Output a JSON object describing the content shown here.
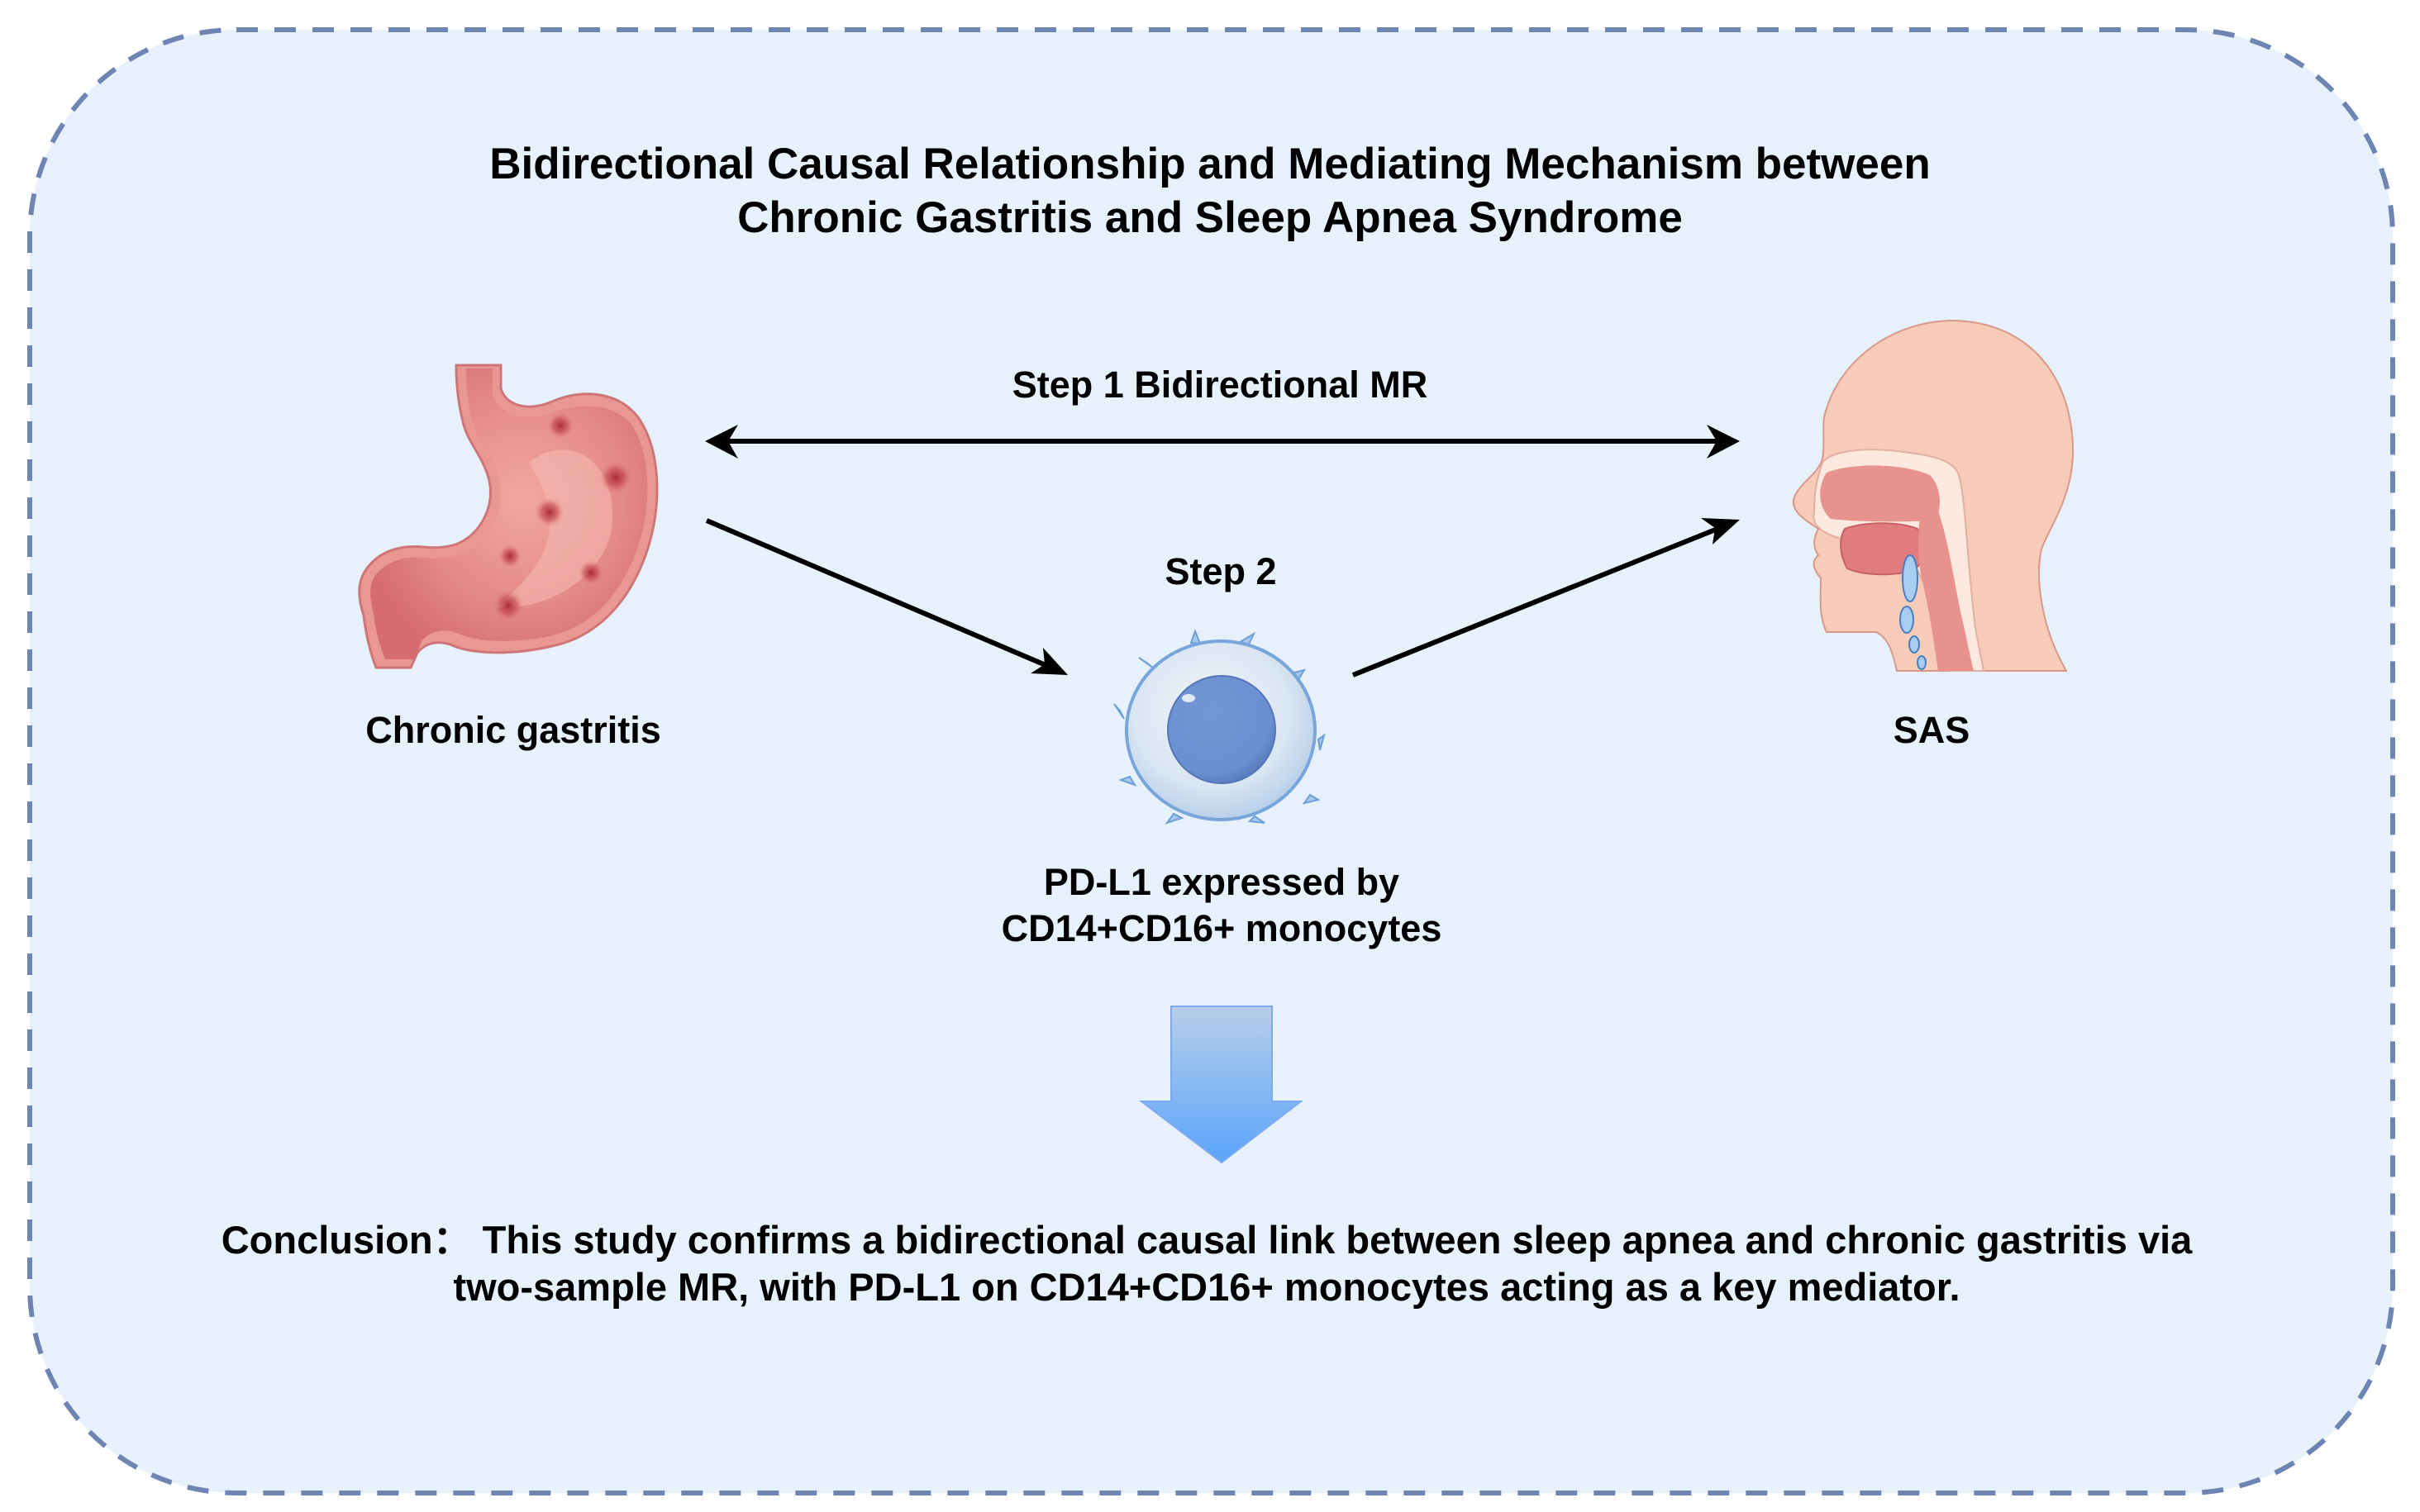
{
  "title": {
    "line1": "Bidirectional Causal Relationship and Mediating Mechanism between",
    "line2": "Chronic Gastritis and Sleep Apnea Syndrome"
  },
  "nodes": {
    "exposure": {
      "label": "Chronic gastritis",
      "icon": "stomach-icon"
    },
    "outcome": {
      "label": "SAS",
      "icon": "head-airway-icon"
    },
    "mediator": {
      "line1": "PD-L1 expressed by",
      "line2": "CD14+CD16+ monocytes",
      "icon": "monocyte-cell-icon"
    }
  },
  "edges": {
    "step1": {
      "label": "Step 1 Bidirectional MR",
      "from": "Chronic gastritis",
      "to": "SAS",
      "direction": "bidirectional"
    },
    "step2": {
      "label": "Step 2",
      "path": [
        "Chronic gastritis",
        "PD-L1 expressed by CD14+CD16+ monocytes",
        "SAS"
      ]
    }
  },
  "conclusion": {
    "line1": "Conclusion： This study confirms a bidirectional causal link between sleep apnea and chronic gastritis via",
    "line2": "two-sample MR, with PD-L1 on CD14+CD16+ monocytes acting as a key mediator."
  },
  "colors": {
    "panel_fill": "#e6f1fc",
    "panel_border": "#6e84b3",
    "arrow": "#000000",
    "down_arrow_top": "#b7cfe9",
    "down_arrow_bottom": "#5aa4fb",
    "down_arrow_stroke": "#7ea8ef",
    "stomach": "#e78a8a",
    "lesion": "#b3303f",
    "cell_body": "#dce8f3",
    "cell_edge": "#78a6dc",
    "nucleus": "#6b8fcf",
    "skin": "#f6cbb8"
  }
}
